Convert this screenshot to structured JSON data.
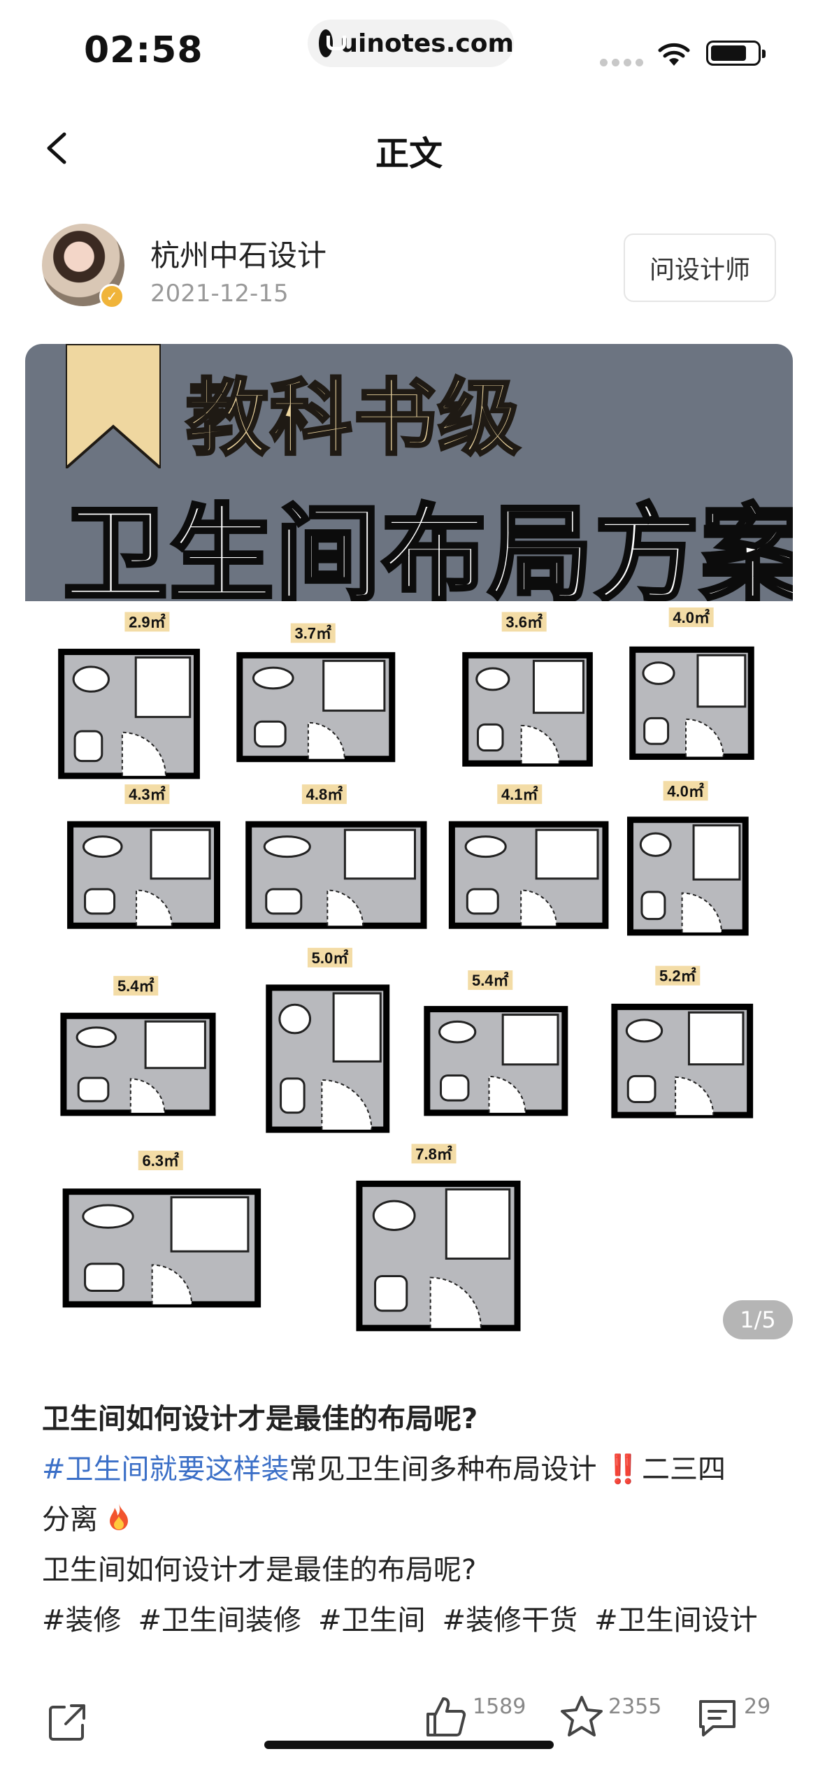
{
  "status_bar": {
    "time": "02:58",
    "url": "uinotes.com"
  },
  "nav": {
    "title": "正文"
  },
  "author": {
    "name": "杭州中石设计",
    "date": "2021-12-15",
    "ask_label": "问设计师",
    "verified_badge": "✓"
  },
  "hero": {
    "line1": "教科书级",
    "line2": "卫生间布局方案"
  },
  "plans": [
    {
      "area": "2.9㎡"
    },
    {
      "area": "3.7㎡"
    },
    {
      "area": "3.6㎡"
    },
    {
      "area": "4.0㎡"
    },
    {
      "area": "4.3㎡"
    },
    {
      "area": "4.8㎡"
    },
    {
      "area": "4.1㎡"
    },
    {
      "area": "4.0㎡"
    },
    {
      "area": "5.4㎡"
    },
    {
      "area": "5.0㎡"
    },
    {
      "area": "5.4㎡"
    },
    {
      "area": "5.2㎡"
    },
    {
      "area": "6.3㎡"
    },
    {
      "area": "7.8㎡"
    }
  ],
  "page_indicator": "1/5",
  "post": {
    "title": "卫生间如何设计才是最佳的布局呢?",
    "hashtag_link": "#卫生间就要这样装",
    "body_part1": "常见卫生间多种布局设计",
    "bangs": "‼️",
    "body_part2": "二三四",
    "body_part3": "分离",
    "line3": "卫生间如何设计才是最佳的布局呢?",
    "tags": [
      "#装修",
      "#卫生间装修",
      "#卫生间",
      "#装修干货",
      "#卫生间设计"
    ]
  },
  "actions": {
    "likes": "1589",
    "favorites": "2355",
    "comments": "29"
  },
  "icons": [
    "back-icon",
    "wifi-icon",
    "battery-icon",
    "share-icon",
    "like-icon",
    "favorite-icon",
    "comment-icon",
    "fire-icon"
  ]
}
